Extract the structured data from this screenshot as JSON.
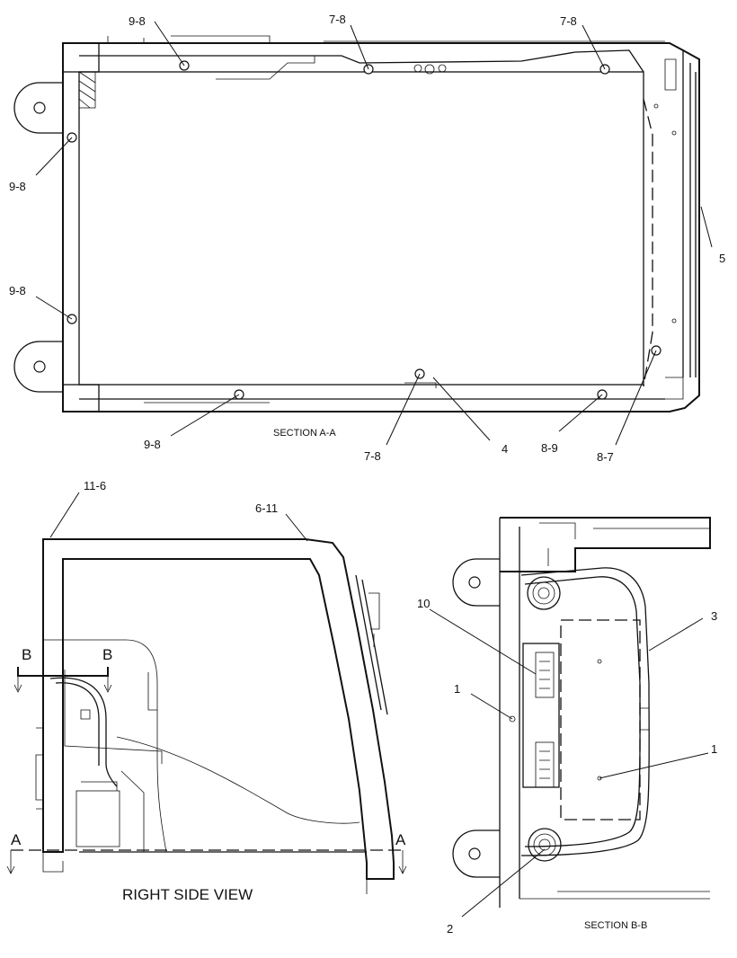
{
  "views": {
    "section_a": {
      "caption": "SECTION A-A"
    },
    "right_side": {
      "caption": "RIGHT SIDE VIEW",
      "marker_a": "A",
      "marker_b": "B"
    },
    "section_b": {
      "caption": "SECTION B-B"
    }
  },
  "callouts": {
    "a_top_left": "9-8",
    "a_top_mid": "7-8",
    "a_top_right": "7-8",
    "a_left_upper": "9-8",
    "a_left_lower": "9-8",
    "a_right": "5",
    "a_bottom_left": "9-8",
    "a_bottom_mid": "7-8",
    "a_bottom_4": "4",
    "a_bottom_89": "8-9",
    "a_bottom_87": "8-7",
    "s_top_left": "11-6",
    "s_top_right": "6-11",
    "b_10": "10",
    "b_3": "3",
    "b_1_left": "1",
    "b_1_right": "1",
    "b_2": "2"
  }
}
